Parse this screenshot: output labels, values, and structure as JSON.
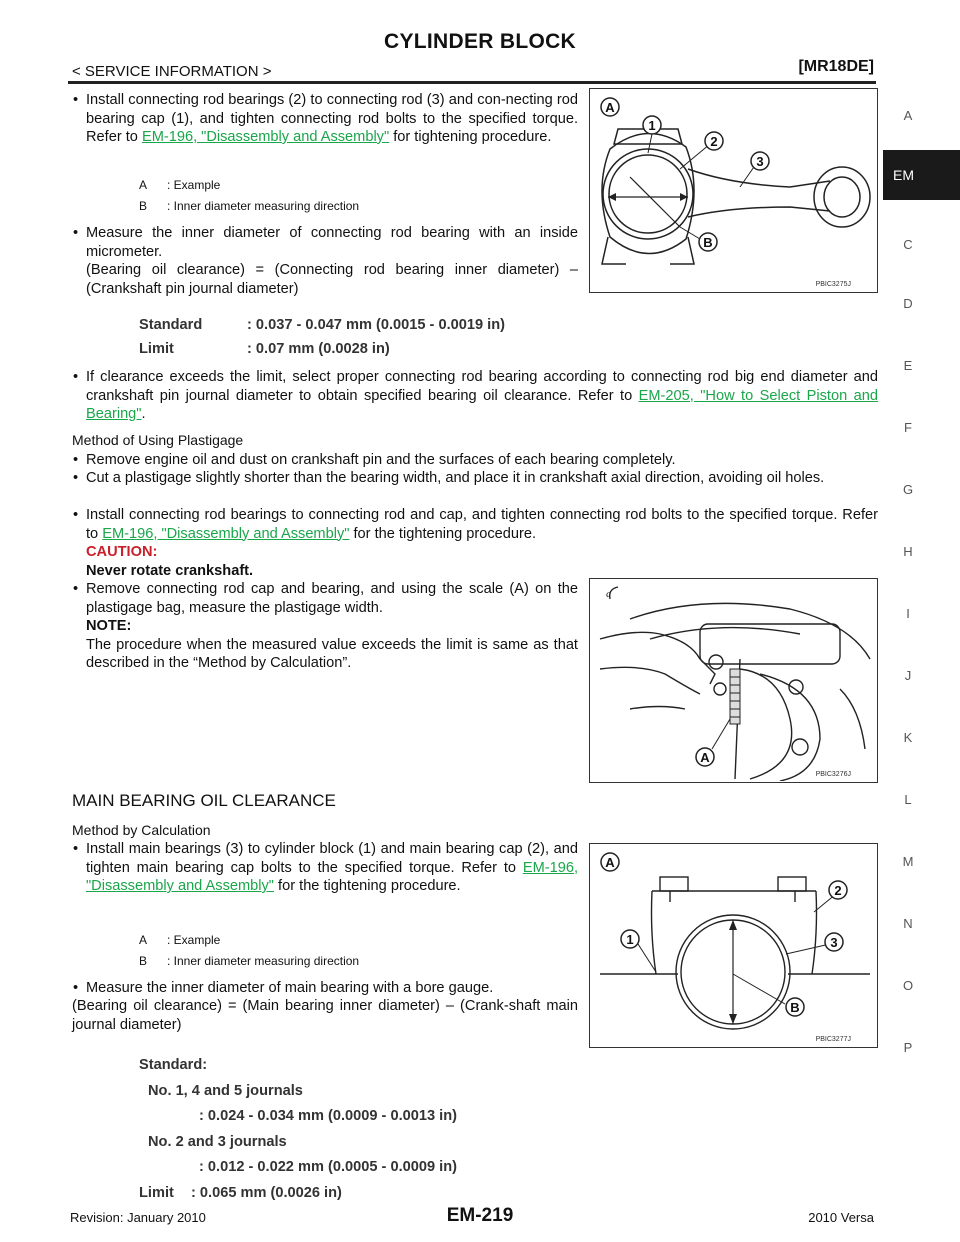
{
  "header": {
    "title": "CYLINDER BLOCK",
    "section": "< SERVICE INFORMATION >",
    "model": "[MR18DE]"
  },
  "side_index": [
    "A",
    "EM",
    "C",
    "D",
    "E",
    "F",
    "G",
    "H",
    "I",
    "J",
    "K",
    "L",
    "M",
    "N",
    "O",
    "P"
  ],
  "side_active": "EM",
  "p1": {
    "t1": "Install connecting rod bearings (2) to connecting rod (3) and con-necting rod bearing cap (1), and tighten connecting rod bolts to the specified torque. Refer to ",
    "link": "EM-196, \"Disassembly and Assembly\"",
    "t2": " for tightening procedure."
  },
  "legend1": [
    {
      "key": "A",
      "text": ": Example"
    },
    {
      "key": "B",
      "text": ": Inner diameter measuring direction"
    }
  ],
  "p2": {
    "l1": "Measure the inner diameter of connecting rod bearing with an inside micrometer.",
    "l2": "(Bearing oil clearance) = (Connecting rod bearing inner diameter) – (Crankshaft pin journal diameter)"
  },
  "spec1": [
    {
      "label": "Standard",
      "value": ": 0.037 - 0.047 mm (0.0015 - 0.0019 in)"
    },
    {
      "label": "Limit",
      "value": ": 0.07 mm (0.0028 in)"
    }
  ],
  "p3": {
    "t1": "If clearance exceeds the limit, select proper connecting rod bearing according to connecting rod big end diameter and crankshaft pin journal diameter to obtain specified bearing oil clearance. Refer to ",
    "link": "EM-205, \"How to Select Piston and Bearing\"",
    "t2": "."
  },
  "method_plastigage": "Method of Using Plastigage",
  "pl": {
    "b1": "Remove engine oil and dust on crankshaft pin and the surfaces of each bearing completely.",
    "b2": "Cut a plastigage slightly shorter than the bearing width, and place it in crankshaft axial direction, avoiding oil holes.",
    "b3_t1": "Install connecting rod bearings to connecting rod and cap, and tighten connecting rod bolts to the specified torque. Refer to ",
    "b3_link": "EM-196, \"Disassembly and Assembly\"",
    "b3_t2": " for the tightening procedure.",
    "caution": "CAUTION:",
    "caution_text": "Never rotate crankshaft.",
    "b4": "Remove connecting rod cap and bearing, and using the scale (A) on the plastigage bag, measure the plastigage width.",
    "note": "NOTE:",
    "note_text": "The procedure when the measured value exceeds the limit is same as that described in the “Method by Calculation”."
  },
  "section_title": "MAIN BEARING OIL CLEARANCE",
  "method_calc": "Method by Calculation",
  "mb": {
    "t1": "Install main bearings (3) to cylinder block (1) and main bearing cap (2), and tighten main bearing cap bolts to the specified torque. Refer to ",
    "link": "EM-196, \"Disassembly and Assembly\"",
    "t2": "  for the tightening procedure."
  },
  "legend2": [
    {
      "key": "A",
      "text": ": Example"
    },
    {
      "key": "B",
      "text": ": Inner diameter measuring direction"
    }
  ],
  "mb2": {
    "l1": "Measure the inner diameter of main bearing with a bore gauge.",
    "l2": "(Bearing oil clearance) = (Main bearing inner diameter) – (Crank-shaft main journal diameter)"
  },
  "spec2": {
    "standard": "Standard:",
    "j1": "No. 1, 4 and 5 journals",
    "j1v": ": 0.024 - 0.034 mm (0.0009 - 0.0013 in)",
    "j2": "No. 2 and 3 journals",
    "j2v": ": 0.012 - 0.022 mm (0.0005 - 0.0009 in)",
    "limit": "Limit",
    "limitv": ": 0.065 mm (0.0026 in)"
  },
  "figures": {
    "f1": {
      "code": "PBIC3275J",
      "labels": {
        "a": "A",
        "n1": "1",
        "n2": "2",
        "n3": "3",
        "b": "B"
      }
    },
    "f2": {
      "code": "PBIC3276J",
      "labels": {
        "a": "A",
        "c": "c"
      }
    },
    "f3": {
      "code": "PBIC3277J",
      "labels": {
        "a": "A",
        "n1": "1",
        "n2": "2",
        "n3": "3",
        "b": "B"
      }
    }
  },
  "footer": {
    "revision": "Revision: January 2010",
    "page": "EM-219",
    "model": "2010 Versa"
  }
}
